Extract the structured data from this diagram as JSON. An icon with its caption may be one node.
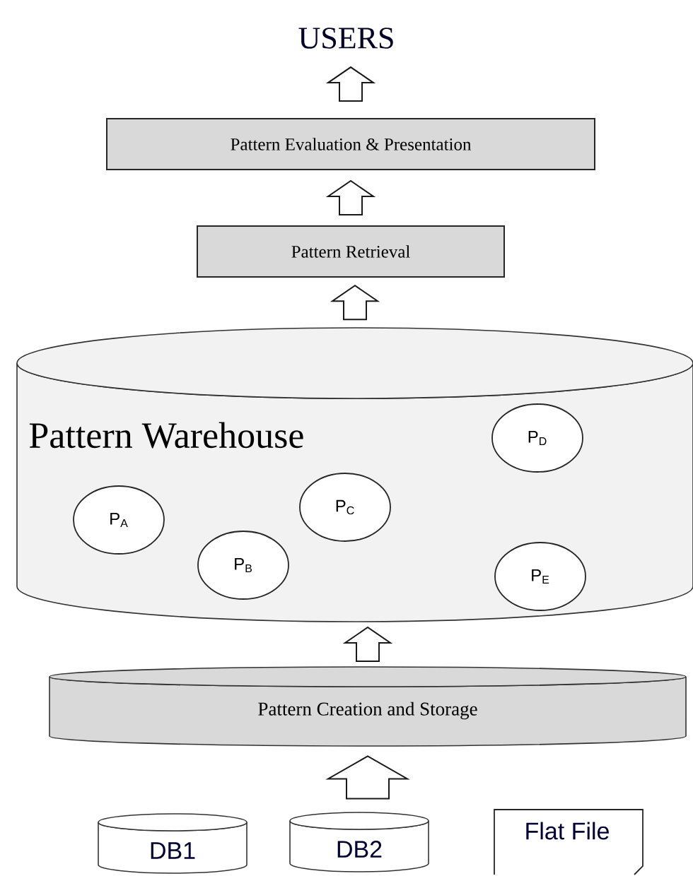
{
  "diagram": {
    "nodes": [
      {
        "text": [
          "USERS"
        ]
      },
      {
        "text": [
          "Pattern Evaluation & Presentation"
        ]
      },
      {
        "text": [
          "Pattern Retrieval"
        ]
      },
      {
        "text": [
          "Pattern Warehouse"
        ]
      },
      {
        "text": [
          "P$_{A}$"
        ],
        "in": 3
      },
      {
        "text": [
          "P$_{B}$"
        ],
        "in": 3
      },
      {
        "text": [
          "P$_{C}$"
        ],
        "in": 3
      },
      {
        "text": [
          "P$_{D}$"
        ],
        "in": 3
      },
      {
        "text": [
          "P$_{E}$"
        ],
        "in": 3
      },
      {
        "text": [
          "Pattern Creation and Storage"
        ]
      },
      {
        "text": [
          "DB1"
        ]
      },
      {
        "text": [
          "DB2"
        ]
      },
      {
        "text": [
          "Flat File"
        ]
      }
    ],
    "edges": [
      {
        "from": 1,
        "to": 0,
        "arrow": "to"
      },
      {
        "from": 2,
        "to": 1,
        "arrow": "to"
      },
      {
        "from": 3,
        "to": 2,
        "arrow": "to"
      },
      {
        "from": 9,
        "to": 3,
        "arrow": "to"
      },
      {
        "from": null,
        "to": 9,
        "arrow": "to"
      }
    ]
  }
}
